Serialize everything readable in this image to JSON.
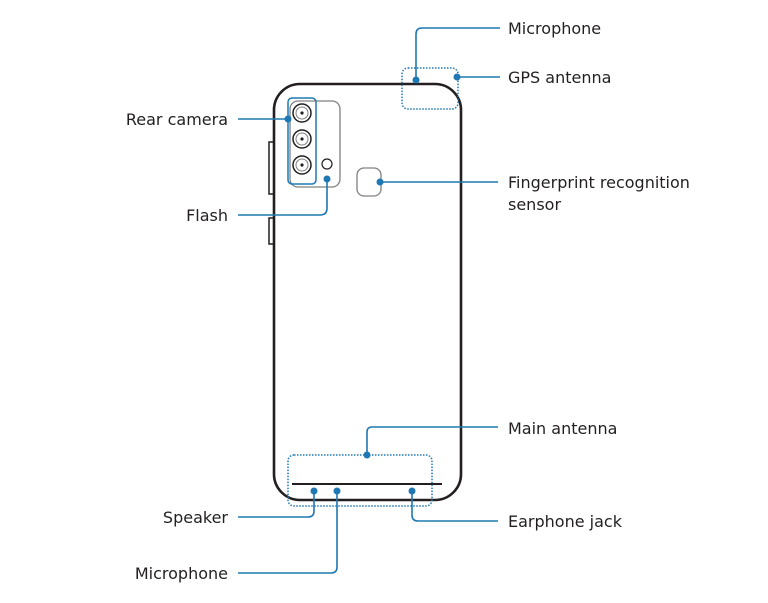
{
  "colors": {
    "callout": "#1f78b4",
    "outline": "#231f20",
    "grey": "#808080"
  },
  "labels": {
    "microphone_top": "Microphone",
    "gps_antenna": "GPS antenna",
    "rear_camera": "Rear camera",
    "flash": "Flash",
    "fingerprint_line1": "Fingerprint recognition",
    "fingerprint_line2": "sensor",
    "main_antenna": "Main antenna",
    "speaker": "Speaker",
    "earphone_jack": "Earphone jack",
    "microphone_bottom": "Microphone"
  }
}
